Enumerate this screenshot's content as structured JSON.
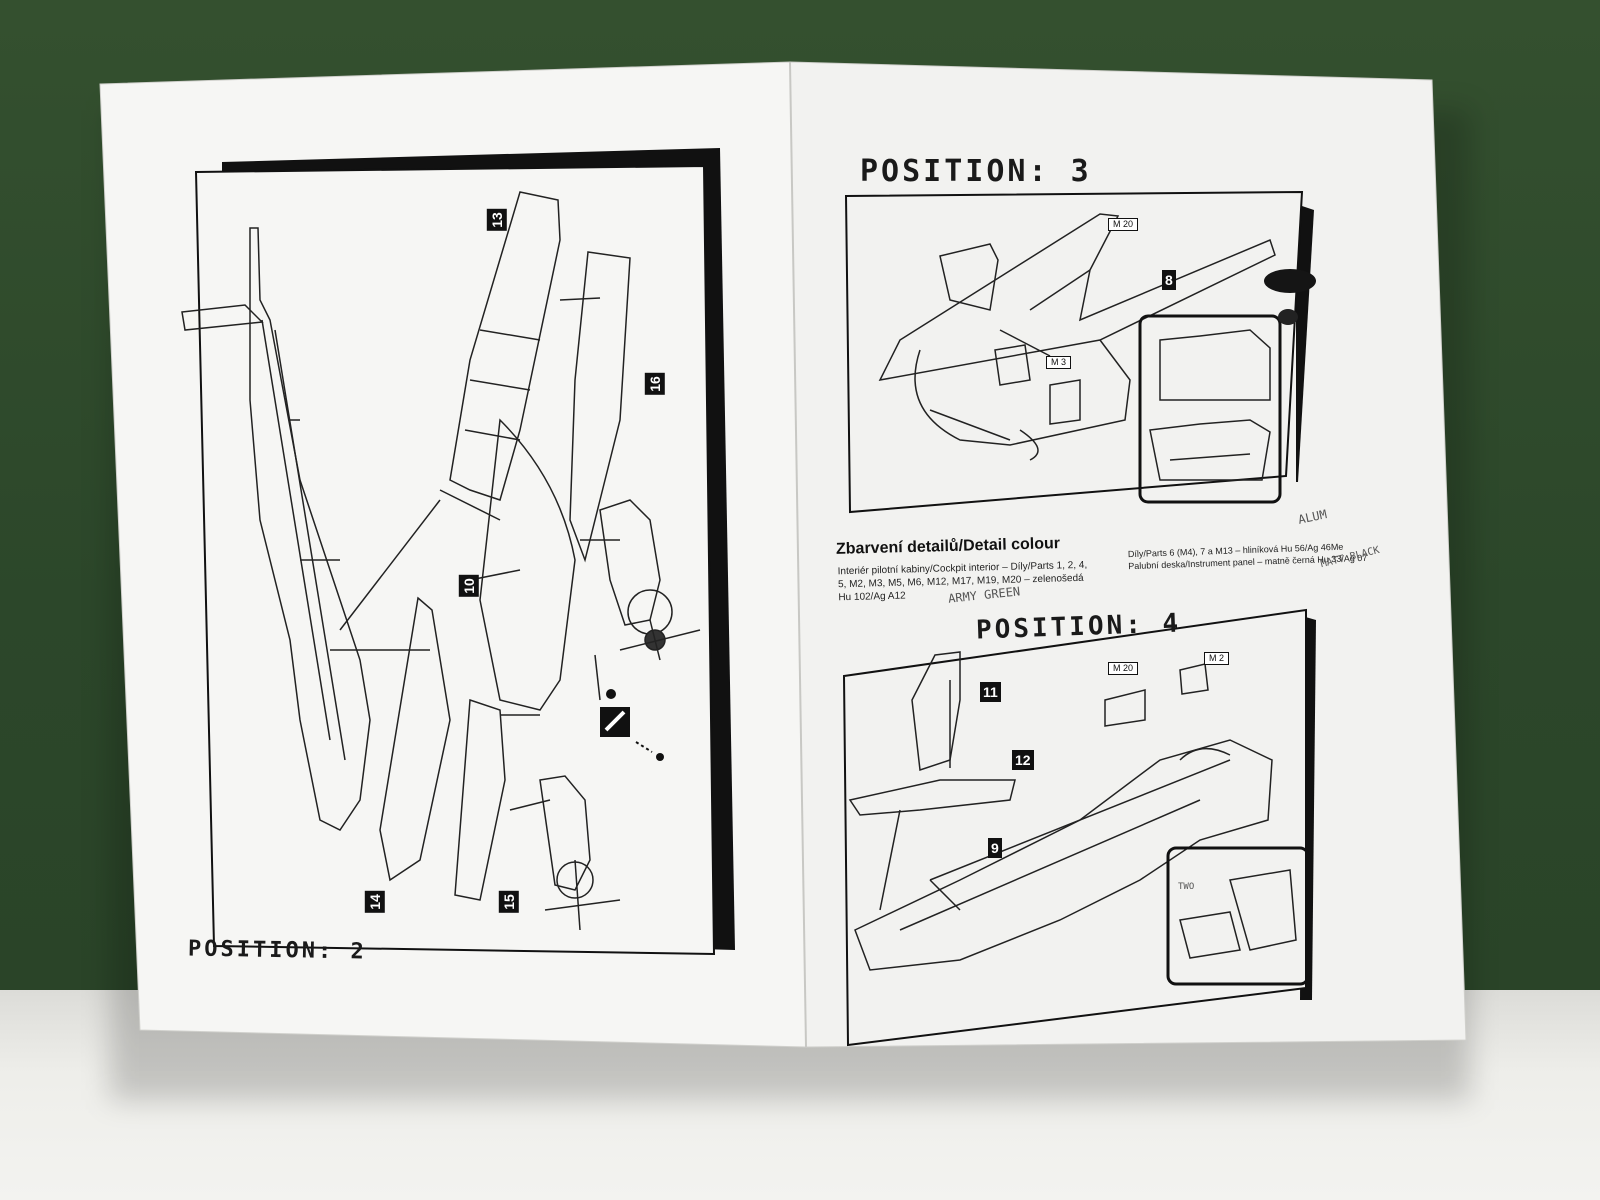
{
  "left_page": {
    "position_title": "POSITION: 2",
    "callouts": [
      "13",
      "16",
      "10",
      "14",
      "15"
    ]
  },
  "right_page": {
    "position3_title": "POSITION: 3",
    "position4_title": "POSITION: 4",
    "pos3_callouts": [
      "8"
    ],
    "pos3_tags": [
      "M 20",
      "M 3"
    ],
    "pos4_callouts": [
      "11",
      "12",
      "9"
    ],
    "pos4_tags": [
      "M 20",
      "M 2"
    ],
    "detail_heading": "Zbarvení detailů/Detail colour",
    "detail_left_lines": [
      "Interiér pilotní kabiny/Cockpit interior – Díly/Parts 1, 2, 4,",
      "5, M2, M3, M5, M6, M12, M17, M19, M20 – zelenošedá",
      "Hu 102/Ag A12"
    ],
    "detail_right_lines": [
      "Díly/Parts 6 (M4), 7 a M13 – hliníková Hu 56/Ag 46Me",
      "Palubní deska/Instrument panel – matně černá Hu 33/Ag 07"
    ],
    "handwritten": [
      "ARMY GREEN",
      "ALUM",
      "MATT BLACK",
      "TWO"
    ]
  },
  "colors": {
    "wall": "#2f4a2c",
    "paper": "#f4f4f2",
    "ink": "#111111"
  }
}
